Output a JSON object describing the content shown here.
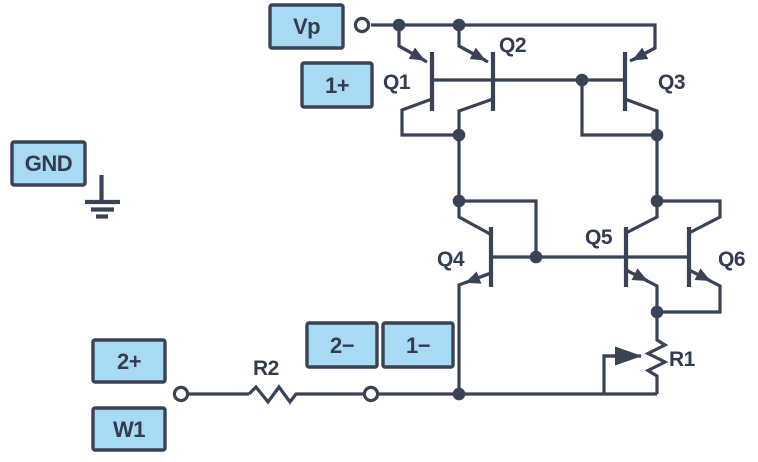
{
  "colors": {
    "line": "#3a4255",
    "box_fill": "#a8daf3",
    "text": "#333c50",
    "background": "#ffffff"
  },
  "connector_labels": {
    "vp": "Vp",
    "one_plus": "1+",
    "gnd": "GND",
    "two_plus": "2+",
    "w1": "W1",
    "two_minus": "2−",
    "one_minus": "1−"
  },
  "components": {
    "q1": "Q1",
    "q2": "Q2",
    "q3": "Q3",
    "q4": "Q4",
    "q5": "Q5",
    "q6": "Q6",
    "r1": "R1",
    "r2": "R2"
  }
}
